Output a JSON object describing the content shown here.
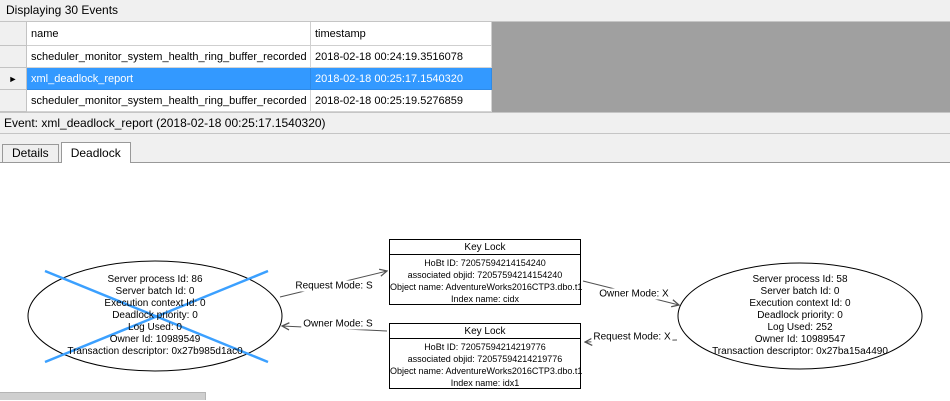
{
  "window": {
    "title": "Displaying 30 Events"
  },
  "grid": {
    "columns": [
      {
        "label": "name"
      },
      {
        "label": "timestamp"
      }
    ],
    "rows": [
      {
        "name": "scheduler_monitor_system_health_ring_buffer_recorded",
        "timestamp": "2018-02-18 00:24:19.3516078",
        "selected": false
      },
      {
        "name": "xml_deadlock_report",
        "timestamp": "2018-02-18 00:25:17.1540320",
        "selected": true
      },
      {
        "name": "scheduler_monitor_system_health_ring_buffer_recorded",
        "timestamp": "2018-02-18 00:25:19.5276859",
        "selected": false
      }
    ]
  },
  "event_bar": {
    "label": "Event: xml_deadlock_report (2018-02-18 00:25:17.1540320)"
  },
  "tabs": [
    {
      "label": "Details",
      "active": false
    },
    {
      "label": "Deadlock",
      "active": true
    }
  ],
  "deadlock_graph": {
    "processes": [
      {
        "role": "victim",
        "lines": [
          "Server process Id: 86",
          "Server batch Id: 0",
          "Execution context Id: 0",
          "Deadlock priority: 0",
          "Log Used: 0",
          "Owner Id: 10989549",
          "Transaction descriptor: 0x27b985d1ac0"
        ]
      },
      {
        "role": "owner",
        "lines": [
          "Server process Id: 58",
          "Server batch Id: 0",
          "Execution context Id: 0",
          "Deadlock priority: 0",
          "Log Used: 252",
          "Owner Id: 10989547",
          "Transaction descriptor: 0x27ba15a4490"
        ]
      }
    ],
    "resources": [
      {
        "title": "Key Lock",
        "lines": [
          "HoBt ID: 72057594214154240",
          "associated objid: 72057594214154240",
          "Object name: AdventureWorks2016CTP3.dbo.t1",
          "Index name: cidx"
        ]
      },
      {
        "title": "Key Lock",
        "lines": [
          "HoBt ID: 72057594214219776",
          "associated objid: 72057594214219776",
          "Object name: AdventureWorks2016CTP3.dbo.t1",
          "Index name: idx1"
        ]
      }
    ],
    "edges": [
      {
        "label": "Request Mode: S"
      },
      {
        "label": "Owner Mode: X"
      },
      {
        "label": "Owner Mode: S"
      },
      {
        "label": "Request Mode: X"
      }
    ]
  },
  "icons": {
    "current_row_arrow": "►"
  },
  "colors": {
    "selection": "#3399ff",
    "victim_cross": "#3ba0ff",
    "grid_background": "#a0a0a0",
    "toolbar_background": "#f0f0f0"
  }
}
